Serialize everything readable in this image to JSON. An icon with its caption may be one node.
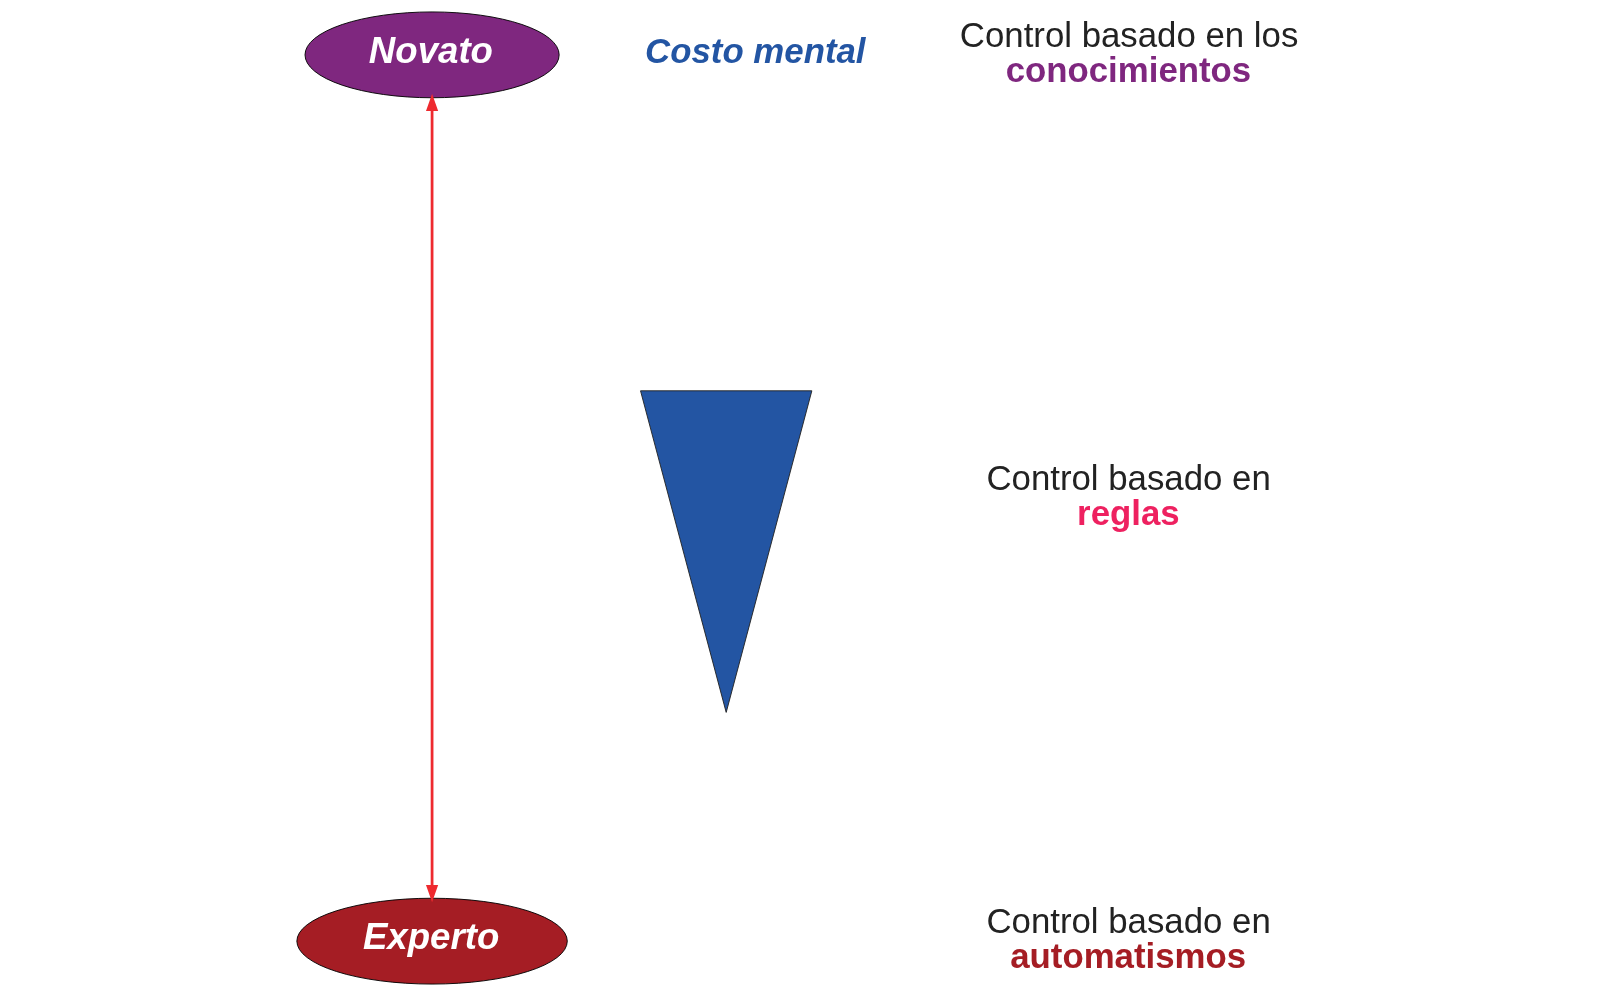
{
  "diagram": {
    "nodes": [
      {
        "text": [
          "Novato"
        ]
      },
      {
        "text": [
          "Experto"
        ]
      },
      {
        "text": [],
        "shape": "triangle"
      }
    ],
    "edges": [
      {
        "from": 0,
        "to": 1,
        "arrow": "both",
        "color": "#ee2a2f"
      }
    ],
    "labels": [
      "Costo mental",
      "Control basado en los",
      "conocimientos",
      "Control basado en",
      "reglas",
      "Control basado en",
      "automatismos"
    ]
  }
}
